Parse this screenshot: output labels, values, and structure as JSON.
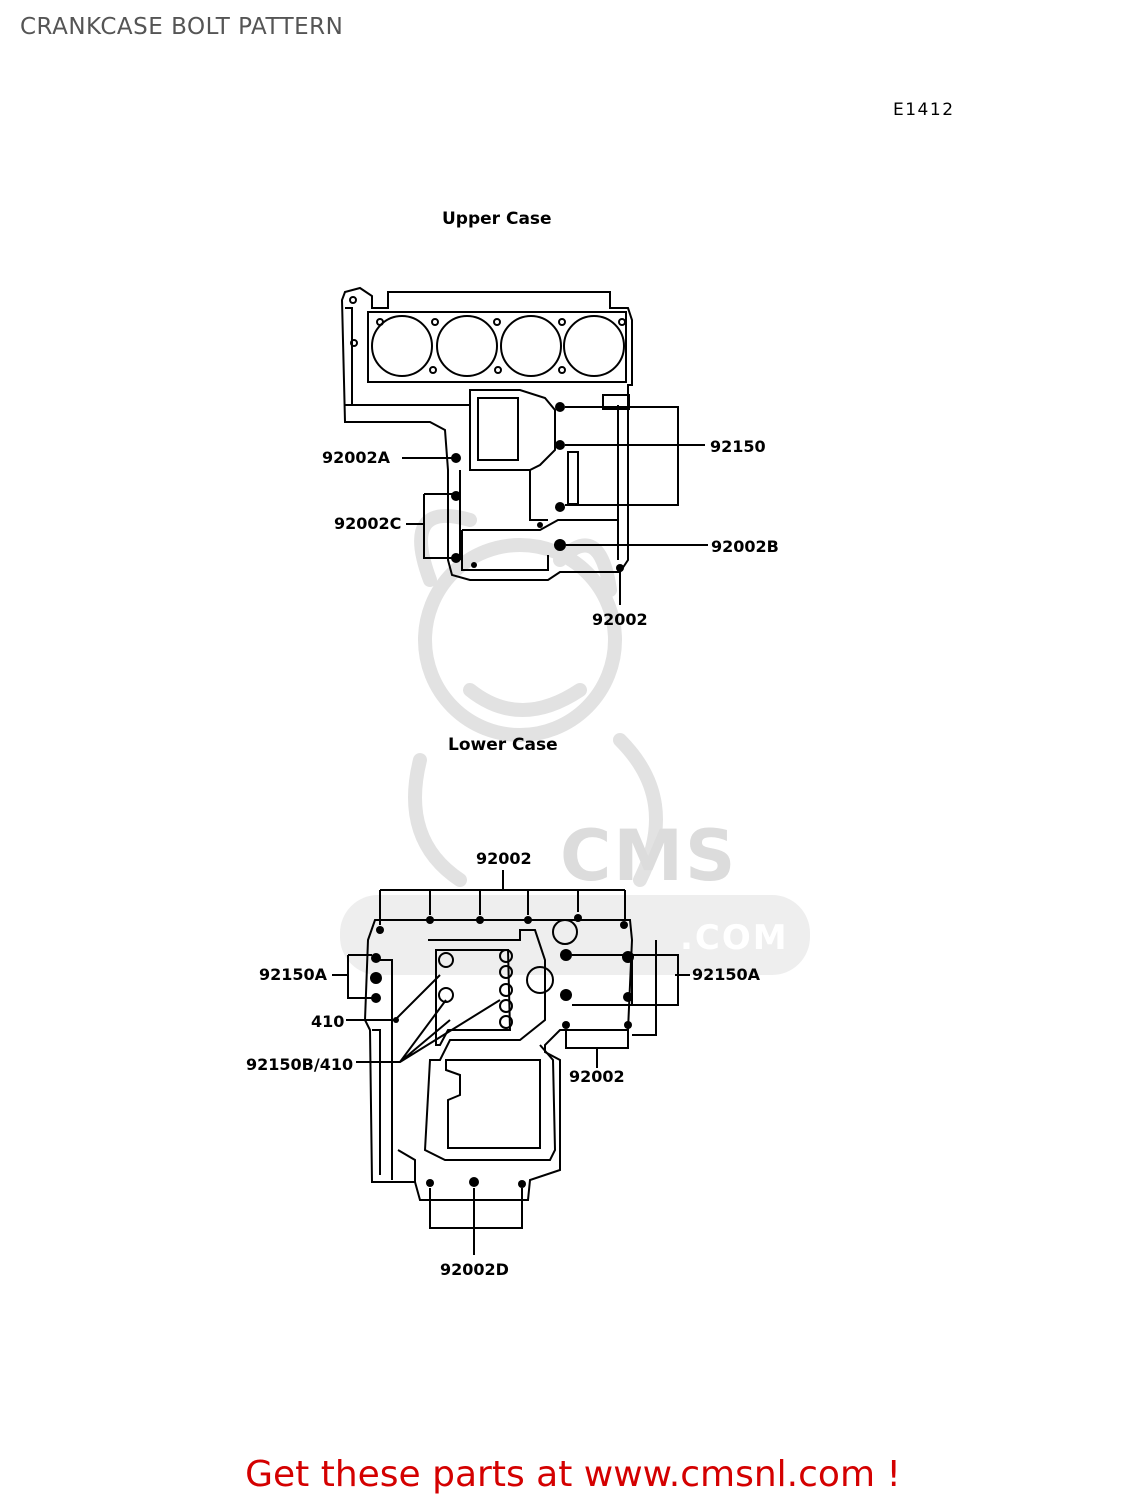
{
  "page": {
    "title": "CRANKCASE BOLT PATTERN",
    "figure_code": "E1412"
  },
  "upper_case": {
    "title": "Upper Case",
    "labels": {
      "a": "92002A",
      "c": "92002C",
      "p92150": "92150",
      "b": "92002B",
      "plain": "92002"
    }
  },
  "lower_case": {
    "title": "Lower Case",
    "labels": {
      "top": "92002",
      "left_92150a": "92150A",
      "right_92150a": "92150A",
      "p410": "410",
      "p92150b": "92150B/410",
      "right_92002": "92002",
      "bottom_92002d": "92002D"
    }
  },
  "watermark": {
    "brand": "CMS",
    "site": ".COM"
  },
  "footer": {
    "text": "Get these parts at www.cmsnl.com !"
  },
  "colors": {
    "line": "#000000",
    "footer": "#d40000",
    "watermark": "#dcdcdc"
  }
}
